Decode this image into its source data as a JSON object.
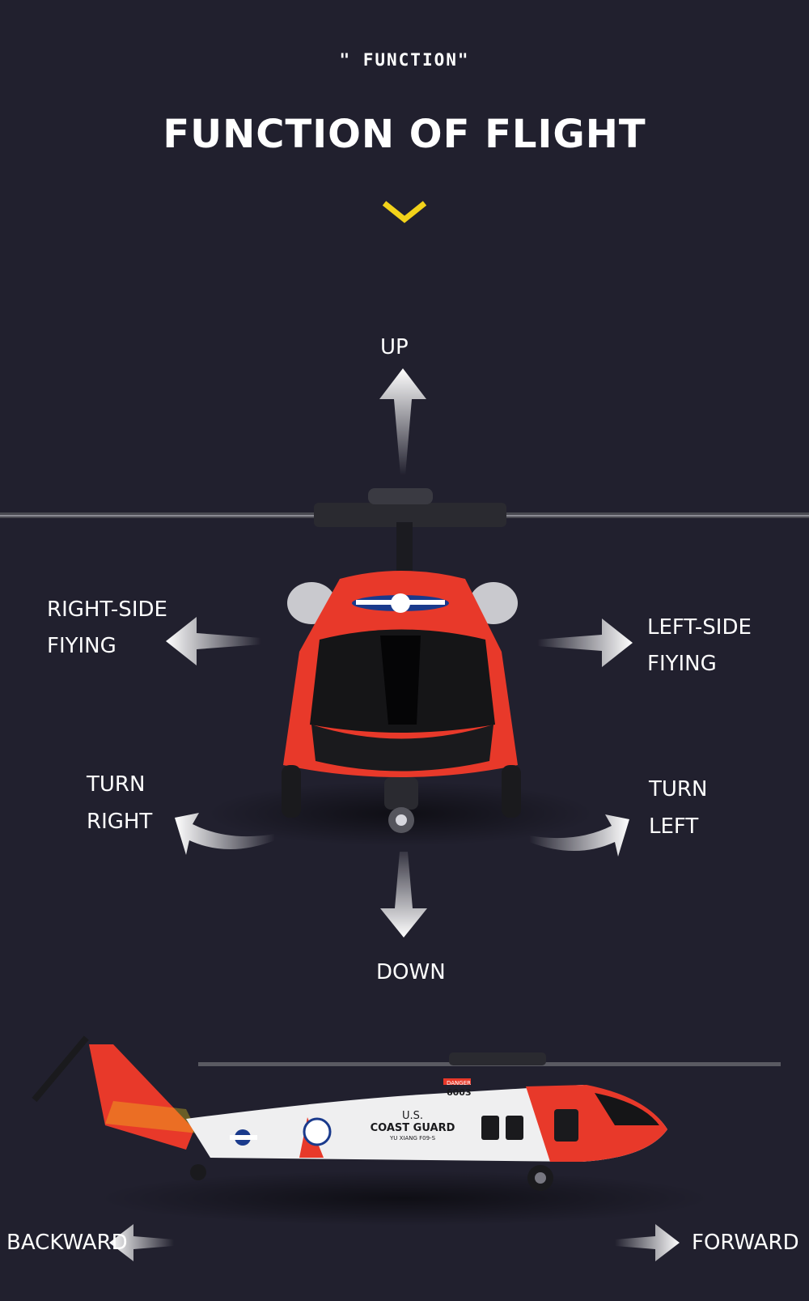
{
  "header": {
    "tag": "\" FUNCTION\"",
    "title": "FUNCTION OF FLIGHT"
  },
  "directions": {
    "up": "UP",
    "down": "DOWN",
    "right_side": [
      "RIGHT-SIDE",
      "FIYING"
    ],
    "left_side": [
      "LEFT-SIDE",
      "FIYING"
    ],
    "turn_right": [
      "TURN",
      "RIGHT"
    ],
    "turn_left": [
      "TURN",
      "LEFT"
    ],
    "backward": "BACKWARD",
    "forward": "FORWARD"
  },
  "helicopter_markings": {
    "code": "6003",
    "line1": "U.S.",
    "line2": "COAST GUARD",
    "line3": "YU XIANG F09-S",
    "danger": "DANGER"
  },
  "colors": {
    "background": "#21202e",
    "accent": "#f2d21a",
    "heli_red": "#e8392a",
    "heli_white": "#efeff0"
  },
  "icons": [
    "chevron-down-icon",
    "arrow-up-icon",
    "arrow-down-icon",
    "arrow-left-icon",
    "arrow-right-icon",
    "curved-arrow-left-icon",
    "curved-arrow-right-icon"
  ]
}
